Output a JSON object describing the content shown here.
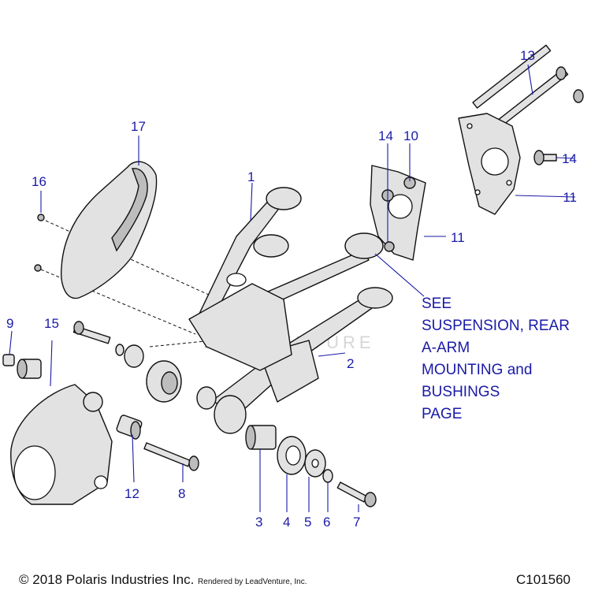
{
  "callouts": [
    {
      "id": "c1",
      "label": "1"
    },
    {
      "id": "c2",
      "label": "2"
    },
    {
      "id": "c3",
      "label": "3"
    },
    {
      "id": "c4",
      "label": "4"
    },
    {
      "id": "c5",
      "label": "5"
    },
    {
      "id": "c6",
      "label": "6"
    },
    {
      "id": "c7",
      "label": "7"
    },
    {
      "id": "c8",
      "label": "8"
    },
    {
      "id": "c9",
      "label": "9"
    },
    {
      "id": "c10",
      "label": "10"
    },
    {
      "id": "c11a",
      "label": "11"
    },
    {
      "id": "c11b",
      "label": "11"
    },
    {
      "id": "c12",
      "label": "12"
    },
    {
      "id": "c13",
      "label": "13"
    },
    {
      "id": "c14a",
      "label": "14"
    },
    {
      "id": "c14b",
      "label": "14"
    },
    {
      "id": "c15",
      "label": "15"
    },
    {
      "id": "c16",
      "label": "16"
    },
    {
      "id": "c17",
      "label": "17"
    }
  ],
  "note": {
    "lines": [
      "SEE",
      "SUSPENSION, REAR",
      "A-ARM",
      "MOUNTING and",
      "BUSHINGS",
      "PAGE"
    ]
  },
  "watermark": "LEADVENTURE",
  "footer": {
    "copyright": "© 2018 Polaris Industries Inc.",
    "rendered_by": "Rendered by LeadVenture, Inc.",
    "diagram_code": "C101560"
  }
}
